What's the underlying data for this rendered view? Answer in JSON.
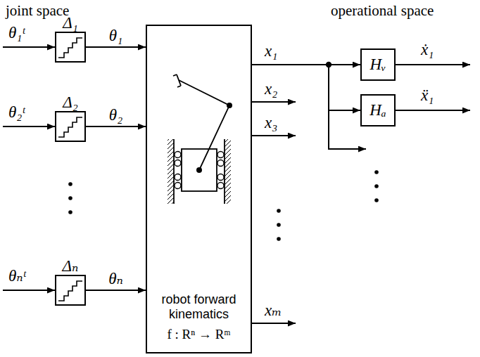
{
  "diagram": {
    "nodes": [
      {
        "text": [
          "Δ₁"
        ]
      },
      {
        "text": [
          "Δ₂"
        ]
      },
      {
        "text": [
          "Δₙ"
        ]
      },
      {
        "text": [
          "robot forward kinematics",
          "f : Rⁿ → Rᵐ"
        ]
      },
      {
        "text": [
          "Hᵥ"
        ]
      },
      {
        "text": [
          "Hₐ"
        ]
      }
    ],
    "edges": [
      {
        "from": 0,
        "to": 3,
        "arrow": "to",
        "label": "θ₁"
      },
      {
        "from": 1,
        "to": 3,
        "arrow": "to",
        "label": "θ₂"
      },
      {
        "from": 2,
        "to": 3,
        "arrow": "to",
        "label": "θₙ"
      },
      {
        "from": 3,
        "to": 4,
        "arrow": "to"
      },
      {
        "from": 3,
        "to": 5,
        "arrow": "to"
      }
    ],
    "labels": [
      "joint space",
      "operational space",
      "θ₁ᵗ",
      "θ₂ᵗ",
      "θₙᵗ",
      "x₁",
      "x₂",
      "x₃",
      "xₘ",
      "ẋ₁",
      "ẍ₁"
    ]
  }
}
